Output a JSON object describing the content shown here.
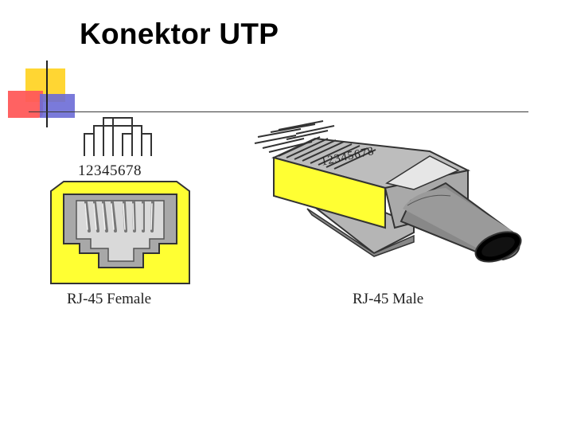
{
  "title": "Konektor UTP",
  "female": {
    "pin_numbers": "12345678",
    "caption": "RJ-45 Female"
  },
  "male": {
    "pin_numbers": "12345678",
    "caption": "RJ-45 Male"
  },
  "colors": {
    "connector_yellow": "#ffff33",
    "line_dark": "#333333",
    "gray_body": "#a0a0a0",
    "deco_yellow": "#ffd633",
    "deco_red": "#ff5a5a",
    "deco_blue": "#6b6bd6"
  }
}
